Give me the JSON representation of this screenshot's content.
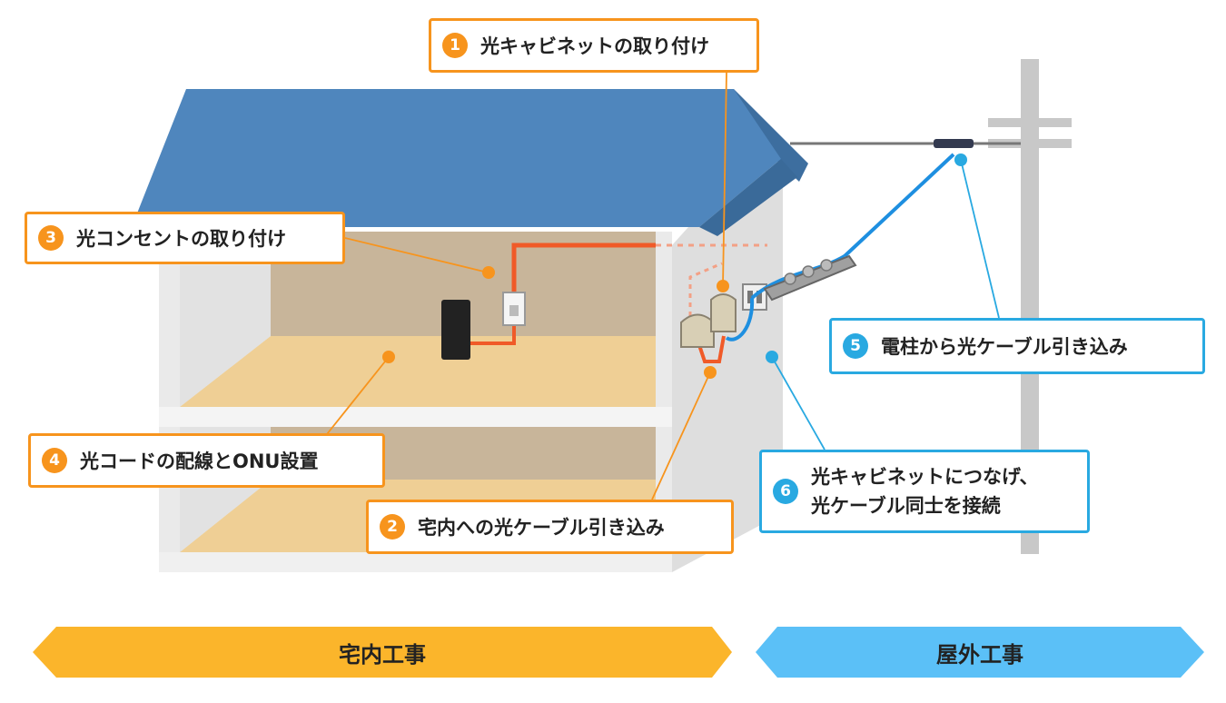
{
  "colors": {
    "indoor": "#f7941d",
    "outdoor": "#29a9e1",
    "roof": "#4f86bd",
    "indoor_band": "#fbb52b",
    "outdoor_band": "#5bc0f7"
  },
  "callouts": [
    {
      "num": "1",
      "text": "光キャビネットの取り付け"
    },
    {
      "num": "2",
      "text": "宅内への光ケーブル引き込み"
    },
    {
      "num": "3",
      "text": "光コンセントの取り付け"
    },
    {
      "num": "4",
      "text": "光コードの配線とONU設置"
    },
    {
      "num": "5",
      "text": "電柱から光ケーブル引き込み"
    },
    {
      "num": "6",
      "line1": "光キャビネットにつなげ、",
      "line2": "光ケーブル同士を接続"
    }
  ],
  "bands": {
    "indoor": "宅内工事",
    "outdoor": "屋外工事"
  }
}
